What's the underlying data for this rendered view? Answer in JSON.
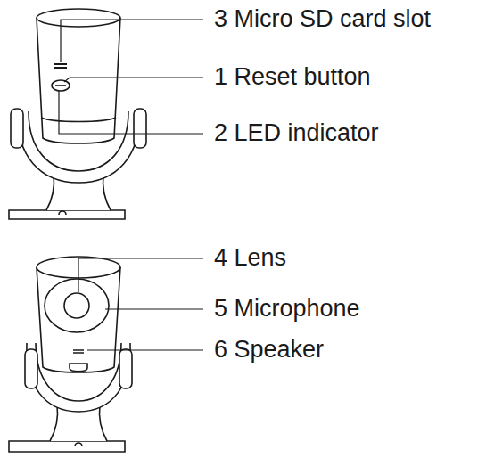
{
  "diagram": {
    "labels": [
      "3 Micro SD card slot",
      "1 Reset button",
      "2 LED indicator",
      "4 Lens",
      "5 Microphone",
      "6 Speaker"
    ]
  }
}
